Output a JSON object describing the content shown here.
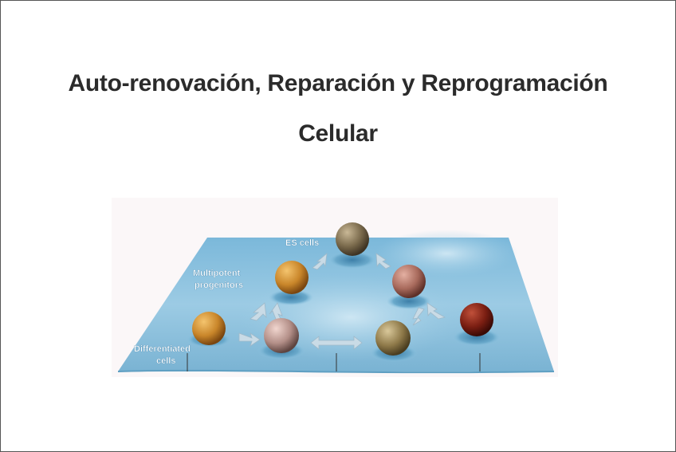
{
  "slide": {
    "title_line1": "Auto-renovación, Reparación y Reprogramación",
    "title_line2": "Celular"
  },
  "diagram": {
    "labels": {
      "es_cells": "ES cells",
      "multipotent_line1": "Multipotent",
      "multipotent_line2": "progenitors",
      "differentiated_line1": "Differentiated",
      "differentiated_line2": "cells"
    },
    "colors": {
      "surface": "#8cc3e0",
      "surface_dark": "#6aa9cb",
      "arrow": "#c9dbe6",
      "label": "#ffffff"
    }
  }
}
